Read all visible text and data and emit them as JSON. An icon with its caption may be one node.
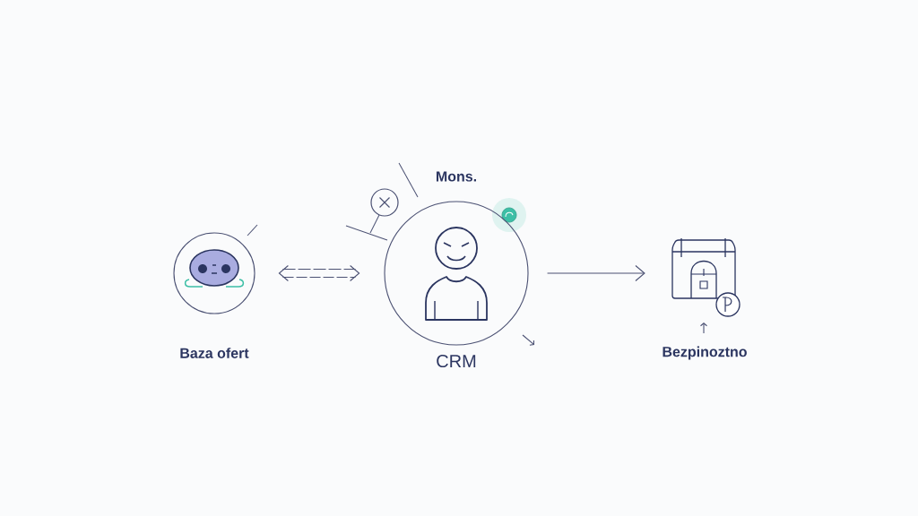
{
  "diagram": {
    "nodes": [
      {
        "text": [
          "Baza ofert"
        ]
      },
      {
        "text": [
          "CRM"
        ]
      },
      {
        "text": [
          "Bezpinoztno"
        ]
      }
    ],
    "edges": [
      {
        "from": 0,
        "to": 1,
        "arrow": "both",
        "style": "dashed"
      },
      {
        "from": 1,
        "to": 2,
        "arrow": "to"
      }
    ],
    "labels": [
      "Mons."
    ]
  }
}
